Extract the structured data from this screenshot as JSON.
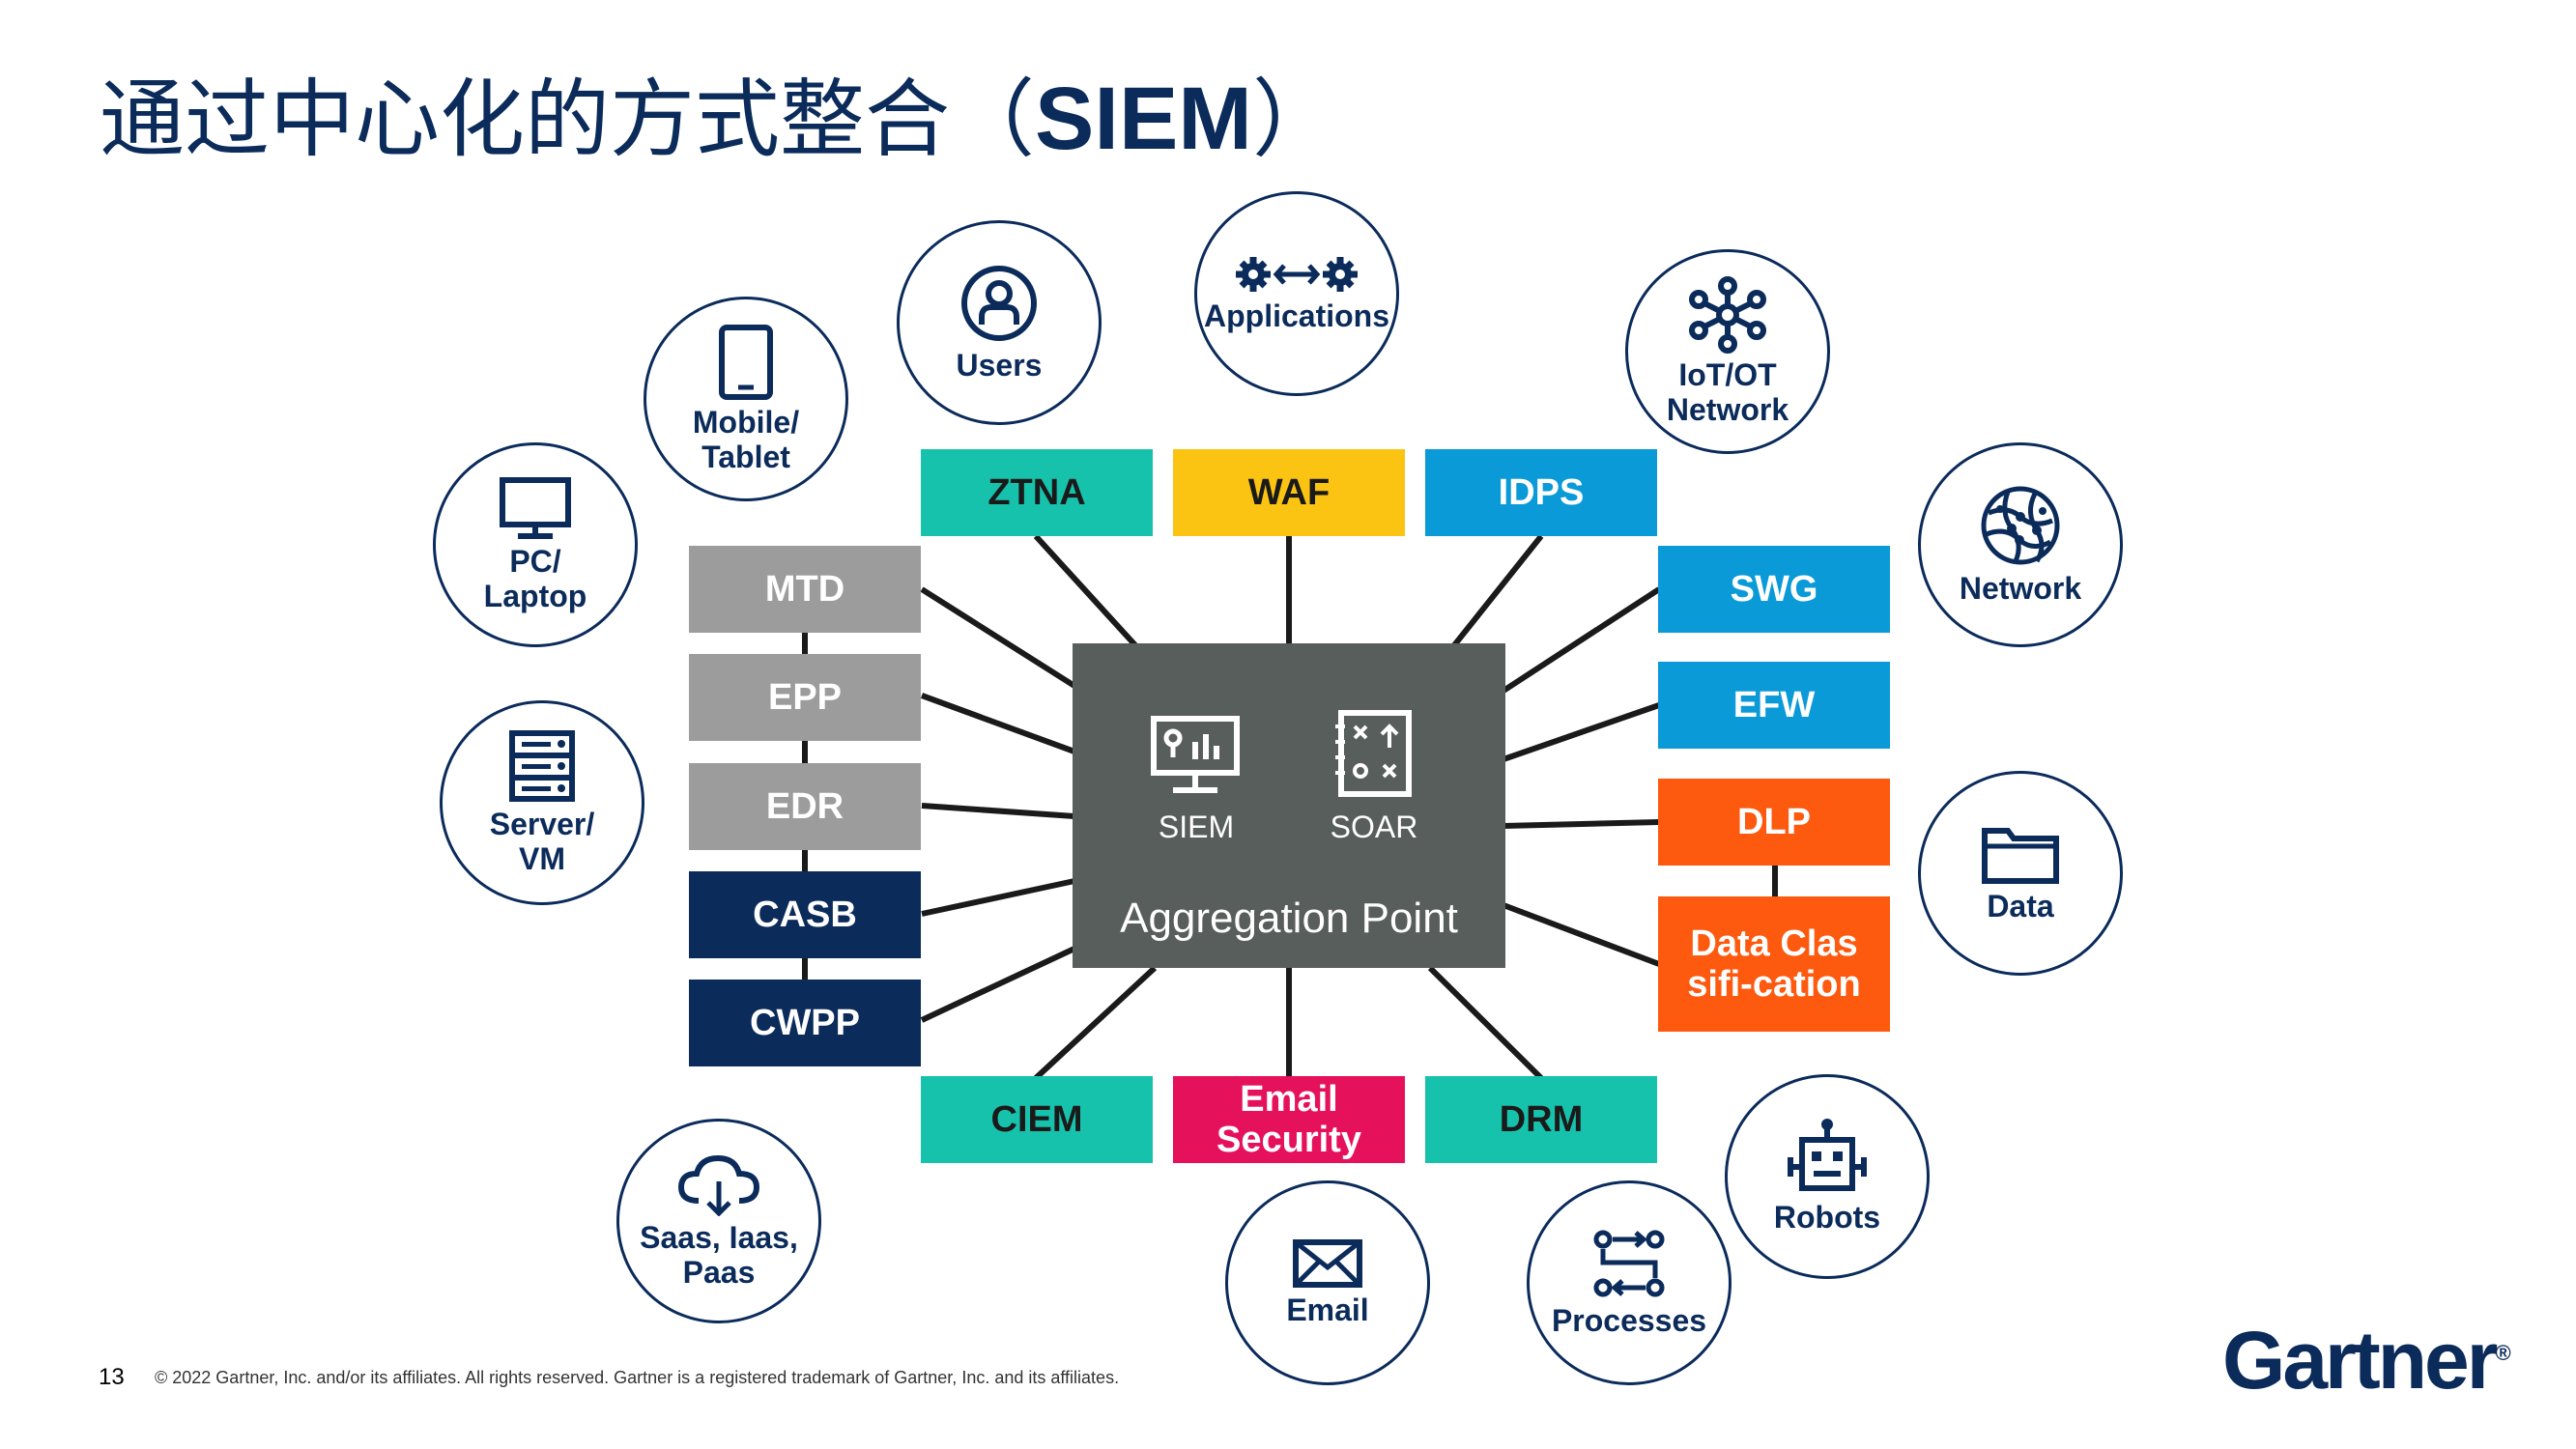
{
  "title": {
    "main": "通过中心化的方式整合（",
    "strong": "SIEM",
    "close": "）"
  },
  "hub": {
    "siem_label": "SIEM",
    "soar_label": "SOAR",
    "main_label": "Aggregation Point",
    "color": "#585e5b"
  },
  "boxes": {
    "ztna": {
      "label": "ZTNA",
      "color": "#17c2ad"
    },
    "waf": {
      "label": "WAF",
      "color": "#fbc312"
    },
    "idps": {
      "label": "IDPS",
      "color": "#0a9ad7"
    },
    "mtd": {
      "label": "MTD",
      "color": "#9b9c9b"
    },
    "epp": {
      "label": "EPP",
      "color": "#9b9c9b"
    },
    "edr": {
      "label": "EDR",
      "color": "#9b9c9b"
    },
    "casb": {
      "label": "CASB",
      "color": "#0b2b5b"
    },
    "cwpp": {
      "label": "CWPP",
      "color": "#0b2b5b"
    },
    "swg": {
      "label": "SWG",
      "color": "#0a9ad7"
    },
    "efw": {
      "label": "EFW",
      "color": "#0a9ad7"
    },
    "dlp": {
      "label": "DLP",
      "color": "#fd5a10"
    },
    "data_classification": {
      "label": "Data Classifi-cation",
      "color": "#fd5a10"
    },
    "ciem": {
      "label": "CIEM",
      "color": "#17c2ad"
    },
    "email_security": {
      "label": "Email Security",
      "color": "#e5115a"
    },
    "drm": {
      "label": "DRM",
      "color": "#17c2ad"
    }
  },
  "circles": {
    "users": {
      "label": "Users",
      "icon": "user-icon"
    },
    "applications": {
      "label": "Applications",
      "icon": "gears-exchange-icon"
    },
    "iot_network": {
      "label": "IoT/OT\nNetwork",
      "icon": "iot-hub-icon"
    },
    "mobile_tablet": {
      "label": "Mobile/\nTablet",
      "icon": "tablet-icon"
    },
    "pc_laptop": {
      "label": "PC/\nLaptop",
      "icon": "monitor-icon"
    },
    "server_vm": {
      "label": "Server/\nVM",
      "icon": "server-icon"
    },
    "network": {
      "label": "Network",
      "icon": "globe-icon"
    },
    "data": {
      "label": "Data",
      "icon": "folder-icon"
    },
    "saas": {
      "label": "Saas, Iaas,\nPaas",
      "icon": "cloud-download-icon"
    },
    "email": {
      "label": "Email",
      "icon": "envelope-icon"
    },
    "processes": {
      "label": "Processes",
      "icon": "workflow-icon"
    },
    "robots": {
      "label": "Robots",
      "icon": "robot-icon"
    }
  },
  "footer": {
    "page_number": "13",
    "copyright": "© 2022 Gartner, Inc. and/or its affiliates. All rights reserved. Gartner is a registered trademark of Gartner, Inc. and its affiliates.",
    "logo_text": "Gartner",
    "logo_mark": "®"
  },
  "colors": {
    "navy": "#0b2b5b",
    "line": "#1a1a1a"
  }
}
